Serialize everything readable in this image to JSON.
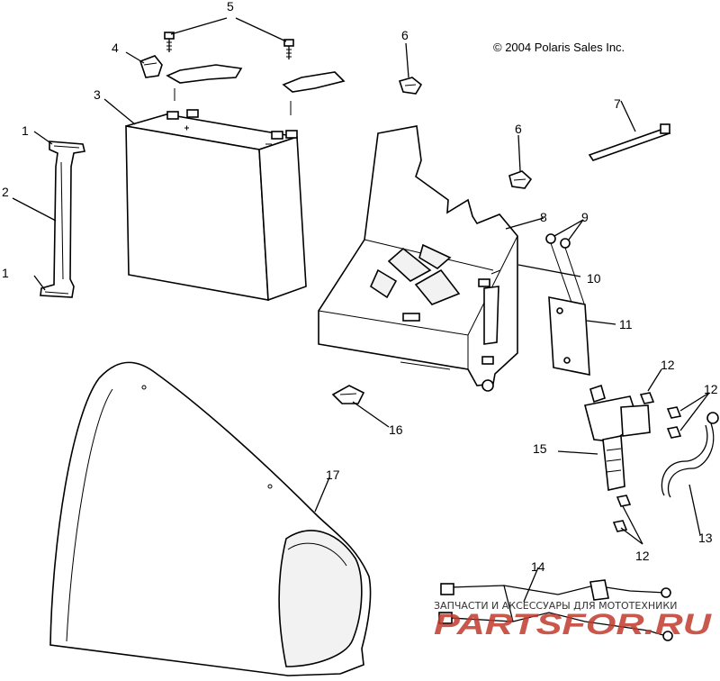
{
  "copyright": "© 2004 Polaris Sales Inc.",
  "callouts": {
    "c1a": "1",
    "c1b": "1",
    "c2": "2",
    "c3": "3",
    "c4": "4",
    "c5": "5",
    "c6a": "6",
    "c6b": "6",
    "c7": "7",
    "c8": "8",
    "c9": "9",
    "c10": "10",
    "c11": "11",
    "c12a": "12",
    "c12b": "12",
    "c12c": "12",
    "c13": "13",
    "c14": "14",
    "c15": "15",
    "c16": "16",
    "c17": "17"
  },
  "watermark": {
    "top": "ЗАПЧАСТИ И АКСЕССУАРЫ ДЛЯ МОТОТЕХНИКИ",
    "brand": "PARTSFOR.RU",
    "color": "#c0392b"
  }
}
